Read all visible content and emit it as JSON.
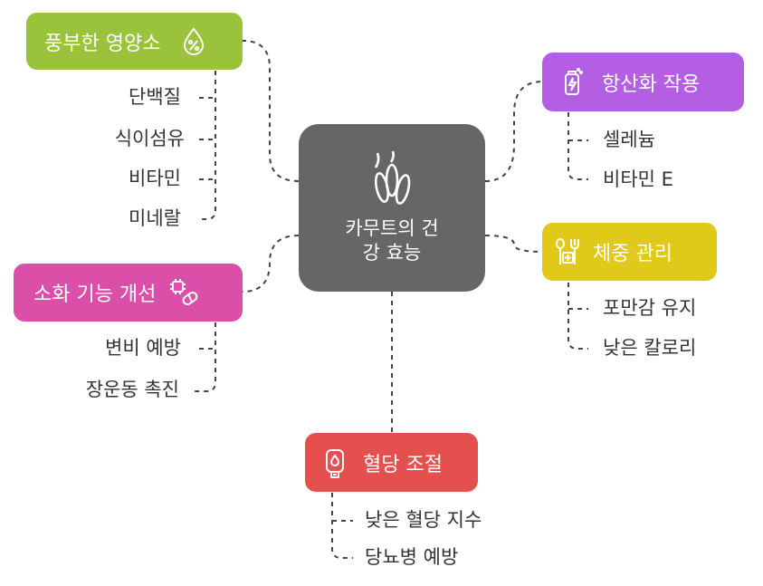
{
  "colors": {
    "center": "#666666",
    "nutrition": "#9ac33b",
    "antioxidant": "#b35ee3",
    "digestion": "#dc4fa8",
    "weight": "#e0c919",
    "blood_sugar": "#e5504f",
    "connector": "#444444"
  },
  "center": {
    "line1": "카무트의 건",
    "line2": "강 효능",
    "icon": "wheat-grain-icon"
  },
  "branches": {
    "nutrition": {
      "label": "풍부한 영양소",
      "icon": "percent-drop-icon",
      "items": [
        "단백질",
        "식이섬유",
        "비타민",
        "미네랄"
      ]
    },
    "antioxidant": {
      "label": "항산화 작용",
      "icon": "energy-can-icon",
      "items": [
        "셀레늄",
        "비타민 E"
      ]
    },
    "digestion": {
      "label": "소화 기능 개선",
      "icon": "pill-chip-icon",
      "items": [
        "변비 예방",
        "장운동 촉진"
      ]
    },
    "weight": {
      "label": "체중 관리",
      "icon": "fork-health-icon",
      "items": [
        "포만감 유지",
        "낮은 칼로리"
      ]
    },
    "blood_sugar": {
      "label": "혈당 조절",
      "icon": "glucose-meter-icon",
      "items": [
        "낮은 혈당 지수",
        "당뇨병 예방"
      ]
    }
  }
}
